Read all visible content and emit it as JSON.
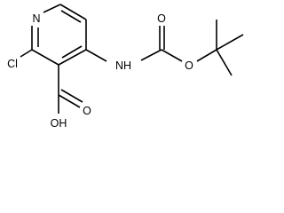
{
  "molecule": {
    "atom_labels": {
      "ring_nitrogen": "N",
      "chlorine": "Cl",
      "amide_nh": "NH",
      "carbamate_oxygen": "O",
      "carbonyl_oxygen": "O",
      "hydroxyl": "OH",
      "acid_carbonyl_oxygen": "O"
    }
  }
}
